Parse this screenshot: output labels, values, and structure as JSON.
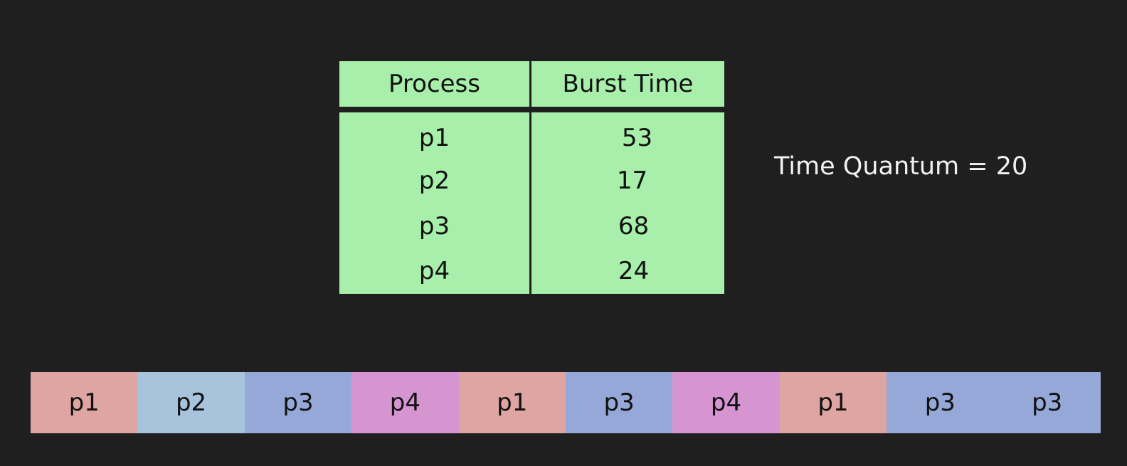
{
  "table": {
    "headers": [
      "Process",
      "Burst Time"
    ],
    "rows": [
      {
        "process": "p1",
        "burst": "53"
      },
      {
        "process": "p2",
        "burst": "17"
      },
      {
        "process": "p3",
        "burst": "68"
      },
      {
        "process": "p4",
        "burst": "24"
      }
    ]
  },
  "quantum_label": "Time Quantum = 20",
  "gantt": {
    "segments": [
      "p1",
      "p2",
      "p3",
      "p4",
      "p1",
      "p3",
      "p4",
      "p1",
      "p3",
      "p3"
    ],
    "colors": {
      "p1": "#dea5a2",
      "p2": "#a8c4dc",
      "p3": "#96a8d8",
      "p4": "#d694d0"
    }
  },
  "colors": {
    "background": "#1f1f1f",
    "table_fill": "#a8efab",
    "text_dark": "#111111",
    "text_light": "#f2f2f2"
  }
}
